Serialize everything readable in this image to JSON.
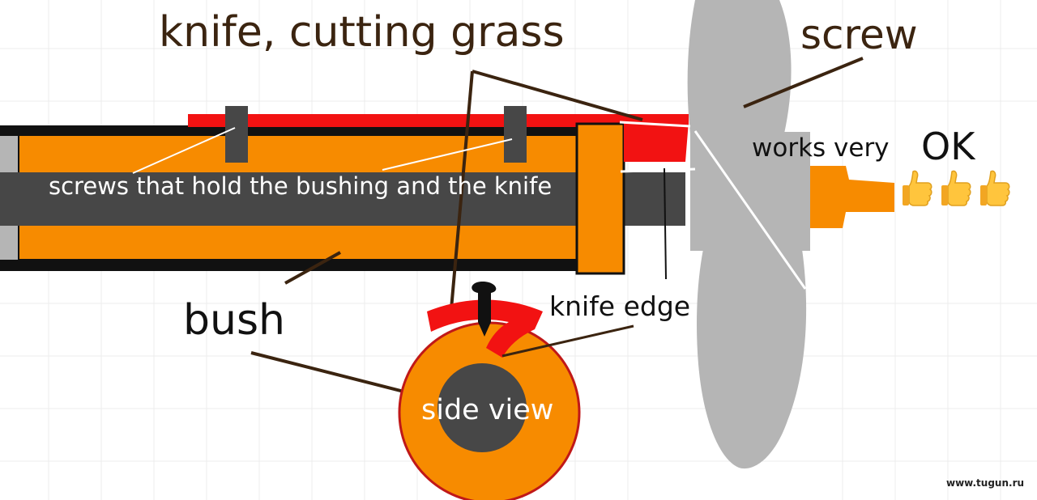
{
  "labels": {
    "knife_cutting_grass": "knife, cutting grass",
    "screw": "screw",
    "screws_hold": "screws that hold the bushing and the knife",
    "works_very": "works very",
    "ok": "OK",
    "bush": "bush",
    "knife_edge": "knife edge",
    "side_view": "side view",
    "watermark": "www.tugun.ru"
  },
  "colors": {
    "orange": "#F78B00",
    "red": "#F21212",
    "shaft": "#474747",
    "propeller": "#B5B5B5",
    "pointer_brown": "#3b2410",
    "outline": "#111111"
  },
  "icons": [
    "thumbs-up-icon",
    "thumbs-up-icon",
    "thumbs-up-icon"
  ]
}
